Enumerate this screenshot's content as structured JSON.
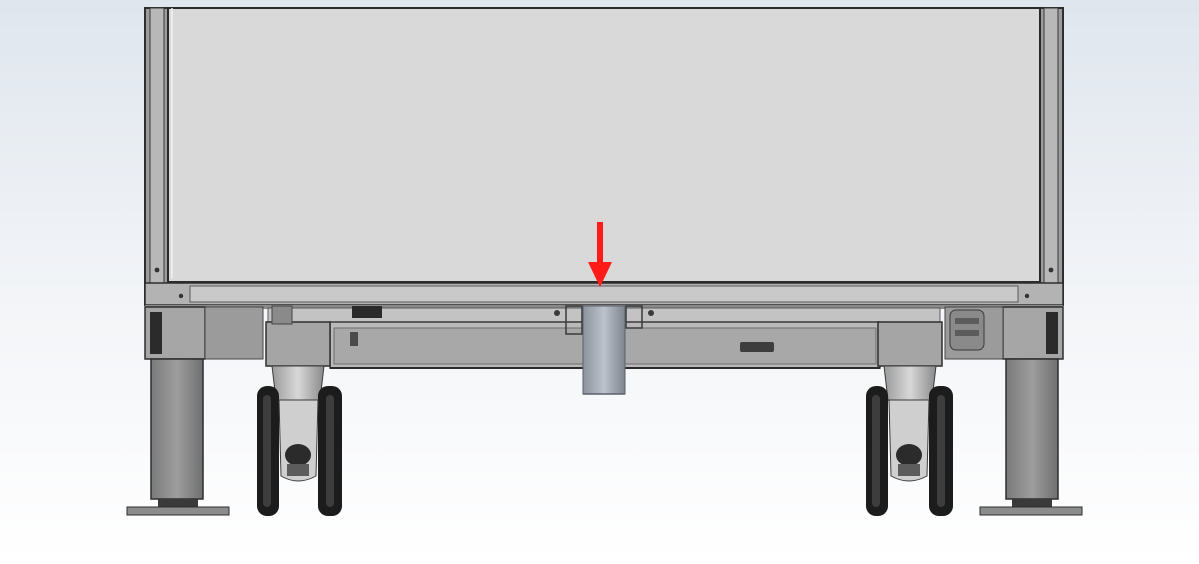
{
  "image": {
    "subject": "cabinet-base-with-casters",
    "view": "front",
    "colors": {
      "background_top": "#dfe6ee",
      "background_bottom": "#ffffff",
      "panel_fill": "#d9d9d9",
      "frame_fill": "#a9a9a9",
      "frame_dark": "#3a3a3a",
      "leg_fill": "#8f8f8f",
      "wheel_dark": "#1c1c1c",
      "pipe_fill": "#a4aab4",
      "arrow": "#ff1a1a"
    },
    "annotations": [
      {
        "kind": "arrow",
        "direction": "down",
        "color": "#ff1a1a",
        "target": "drain-pipe"
      }
    ]
  }
}
